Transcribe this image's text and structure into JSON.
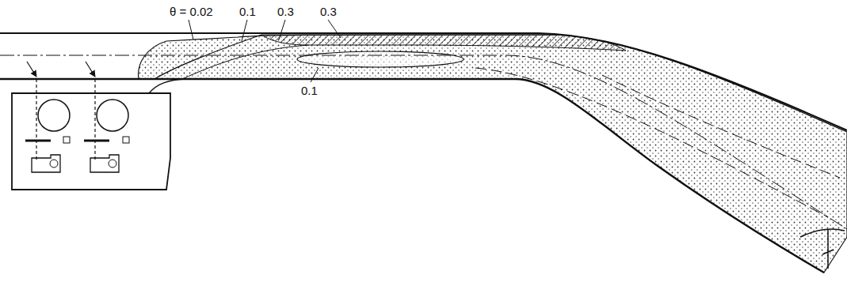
{
  "diagram": {
    "labels": [
      "θ = 0.02",
      "0.1",
      "0.3",
      "0.3",
      "0.1"
    ]
  }
}
